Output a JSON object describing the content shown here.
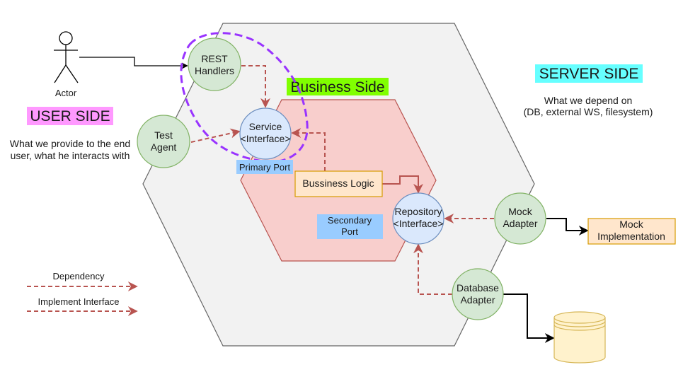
{
  "colors": {
    "outer_hexagon_fill": "#f2f2f2",
    "outer_hexagon_stroke": "#666666",
    "inner_hexagon_fill": "#f8cecc",
    "inner_hexagon_stroke": "#b85450",
    "green_node_fill": "#d5e8d4",
    "green_node_stroke": "#82b366",
    "blue_node_fill": "#dae8fc",
    "blue_node_stroke": "#6c8ebf",
    "orange_box_fill": "#ffe6cc",
    "orange_box_stroke": "#d79b00",
    "dashed_arrow": "#b85450",
    "solid_arrow": "#000000",
    "highlight_dashed_loop": "#9933ff",
    "user_side_bg": "#ff99ff",
    "server_side_bg": "#66ffff",
    "business_side_bg": "#80ff00",
    "port_label_bg": "#99ccff"
  },
  "actor": {
    "label": "Actor"
  },
  "user_side": {
    "title": "USER SIDE",
    "description_line1": "What we provide to the end",
    "description_line2": "user, what he interacts with"
  },
  "server_side": {
    "title": "SERVER SIDE",
    "description_line1": "What we depend on",
    "description_line2": "(DB, external WS, filesystem)"
  },
  "business_side": {
    "title": "Business Side"
  },
  "nodes": {
    "rest_handlers": {
      "line1": "REST",
      "line2": "Handlers"
    },
    "test_agent": {
      "line1": "Test",
      "line2": "Agent"
    },
    "service_interface": {
      "line1": "Service",
      "line2": "<Interface>"
    },
    "repository_interface": {
      "line1": "Repository",
      "line2": "<Interface>"
    },
    "mock_adapter": {
      "line1": "Mock",
      "line2": "Adapter"
    },
    "database_adapter": {
      "line1": "Database",
      "line2": "Adapter"
    }
  },
  "boxes": {
    "business_logic": "Bussiness Logic",
    "mock_implementation_line1": "Mock",
    "mock_implementation_line2": "Implementation"
  },
  "ports": {
    "primary": "Primary Port",
    "secondary_line1": "Secondary",
    "secondary_line2": "Port"
  },
  "legend": {
    "dependency": "Dependency",
    "implement_interface": "Implement Interface"
  },
  "icons": {
    "actor": "stick-figure-icon",
    "database": "database-cylinder-icon"
  }
}
